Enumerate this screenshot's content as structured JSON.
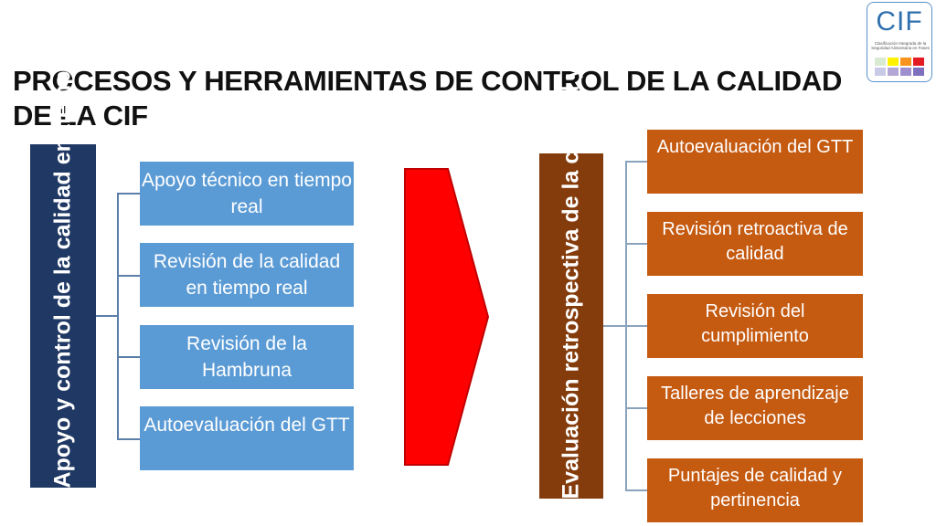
{
  "title": "PROCESOS Y HERRAMIENTAS DE CONTROL DE LA CALIDAD DE LA CIF",
  "logo": {
    "text": "CIF",
    "subtitle": "Clasificación Integrada de la Seguridad Alimentaria en Fases",
    "colors": [
      "#d9ead3",
      "#fff200",
      "#f7941d",
      "#e31b23",
      "#7b2f8c",
      "#c9c9e8",
      "#b4a7d6",
      "#9e8fce",
      "#7f6fbf"
    ]
  },
  "left": {
    "heading": "Apoyo y control de la calidad en tiempo real",
    "items": [
      "Apoyo técnico en tiempo real",
      "Revisión de la calidad en tiempo real",
      "Revisión de la Hambruna",
      "Autoevaluación del GTT"
    ]
  },
  "arrow": {
    "color": "#ff0000"
  },
  "right": {
    "heading": "Evaluación retrospectiva de la calidad y aprendizaje",
    "items": [
      "Autoevaluación del GTT",
      "Revisión retroactiva de calidad",
      "Revisión del cumplimiento",
      "Talleres de aprendizaje de lecciones",
      "Puntajes de calidad y pertinencia"
    ]
  },
  "colors": {
    "left_bar": "#1f3864",
    "left_box": "#5b9bd5",
    "right_bar": "#843c0c",
    "right_box": "#c55a11"
  }
}
